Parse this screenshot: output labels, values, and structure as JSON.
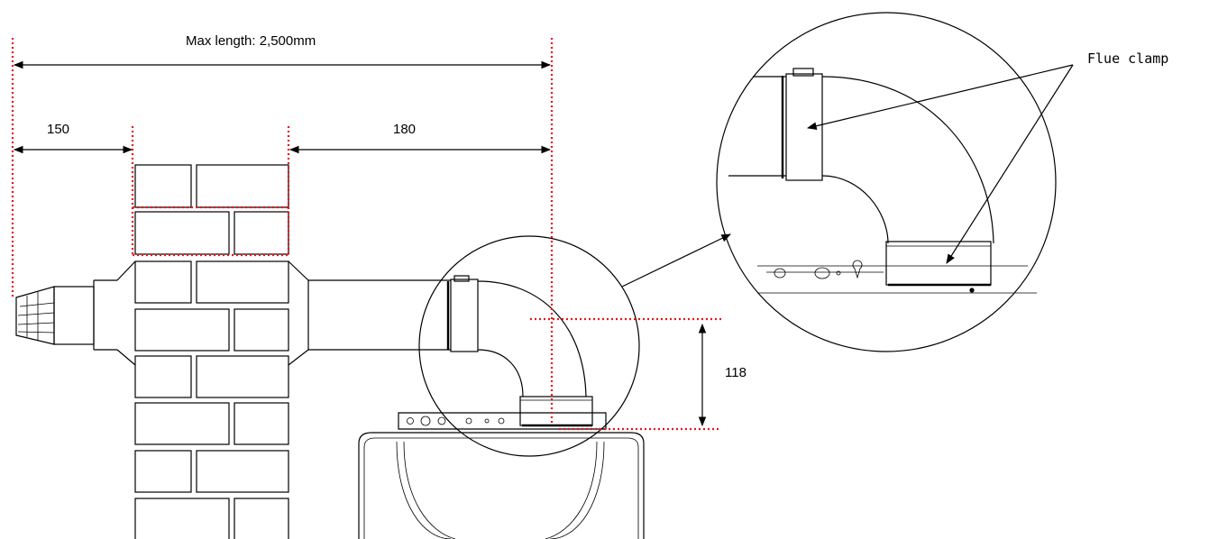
{
  "labels": {
    "max_length": "Max length: 2,500mm",
    "left_dim": "150",
    "right_dim": "180",
    "height_dim": "118",
    "callout": "Flue clamp"
  },
  "colors": {
    "dimension_guide": "#e8141b",
    "line": "#000000",
    "background": "#ffffff"
  }
}
